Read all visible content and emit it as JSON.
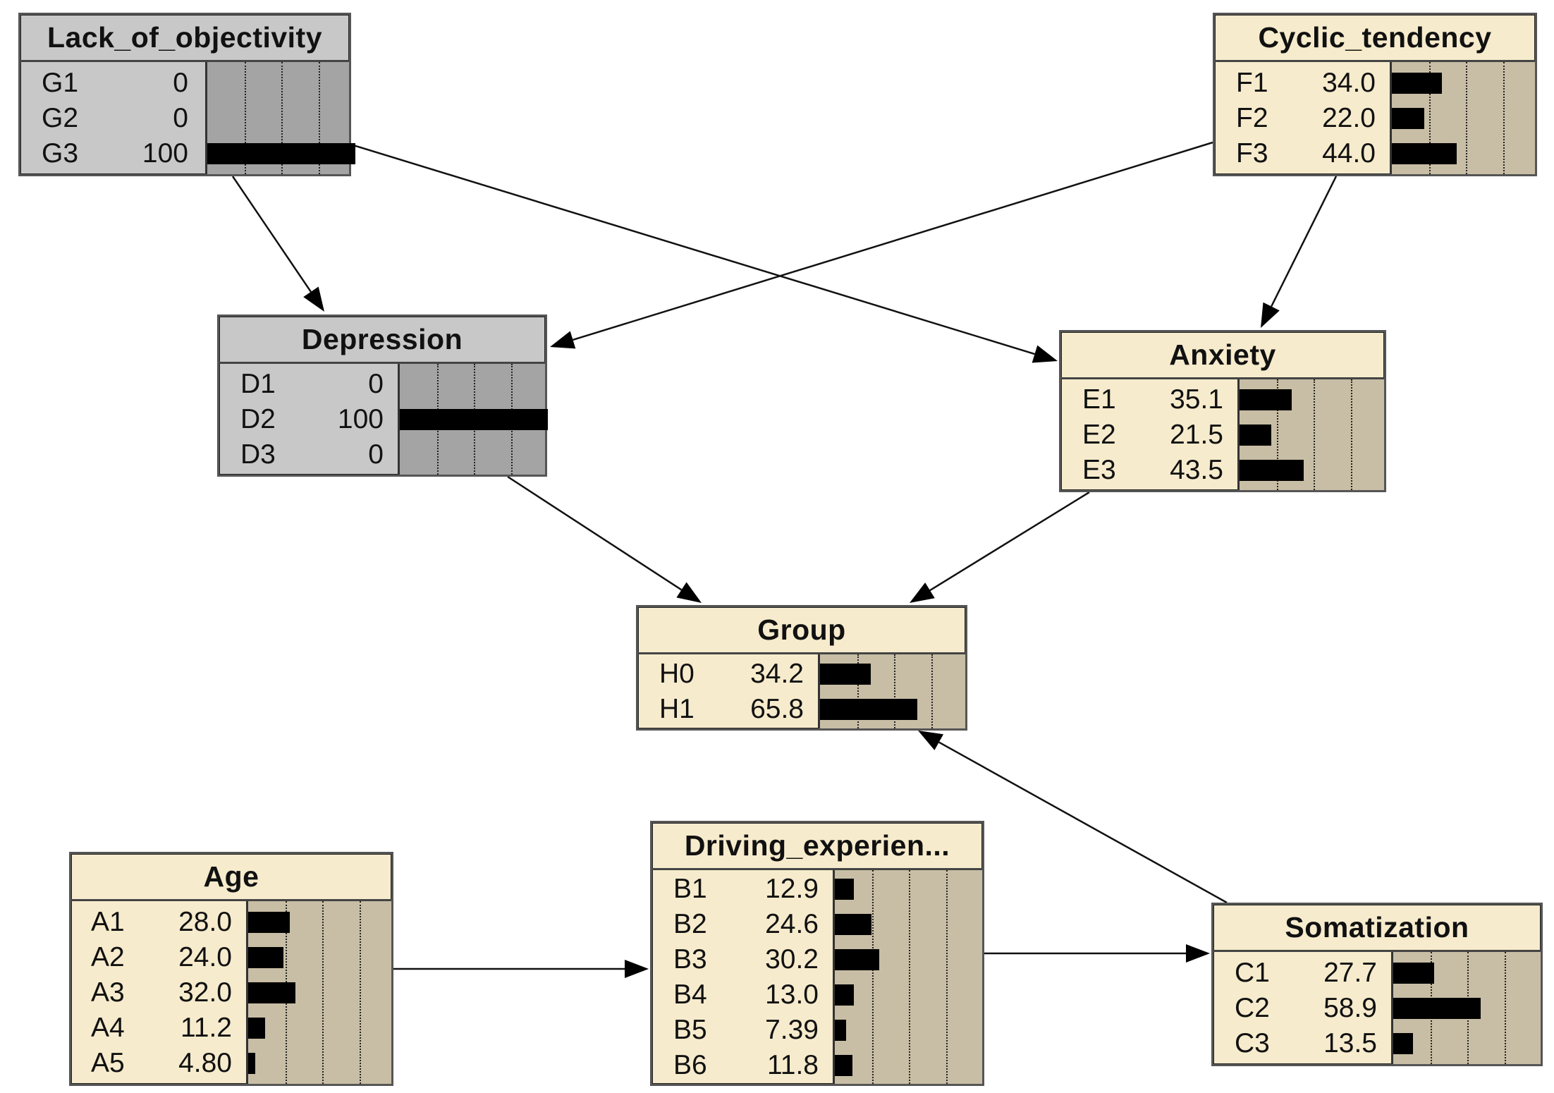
{
  "nodes": [
    {
      "id": "lack",
      "title": "Lack_of_objectivity",
      "evidence": true,
      "states": [
        {
          "name": "G1",
          "value": "0",
          "fraction": 0
        },
        {
          "name": "G2",
          "value": "0",
          "fraction": 0
        },
        {
          "name": "G3",
          "value": "100",
          "fraction": 1.0
        }
      ]
    },
    {
      "id": "cyclic",
      "title": "Cyclic_tendency",
      "evidence": false,
      "states": [
        {
          "name": "F1",
          "value": "34.0",
          "fraction": 0.34
        },
        {
          "name": "F2",
          "value": "22.0",
          "fraction": 0.22
        },
        {
          "name": "F3",
          "value": "44.0",
          "fraction": 0.44
        }
      ]
    },
    {
      "id": "depression",
      "title": "Depression",
      "evidence": true,
      "states": [
        {
          "name": "D1",
          "value": "0",
          "fraction": 0
        },
        {
          "name": "D2",
          "value": "100",
          "fraction": 1.0
        },
        {
          "name": "D3",
          "value": "0",
          "fraction": 0
        }
      ]
    },
    {
      "id": "anxiety",
      "title": "Anxiety",
      "evidence": false,
      "states": [
        {
          "name": "E1",
          "value": "35.1",
          "fraction": 0.351
        },
        {
          "name": "E2",
          "value": "21.5",
          "fraction": 0.215
        },
        {
          "name": "E3",
          "value": "43.5",
          "fraction": 0.435
        }
      ]
    },
    {
      "id": "group",
      "title": "Group",
      "evidence": false,
      "states": [
        {
          "name": "H0",
          "value": "34.2",
          "fraction": 0.342
        },
        {
          "name": "H1",
          "value": "65.8",
          "fraction": 0.658
        }
      ]
    },
    {
      "id": "age",
      "title": "Age",
      "evidence": false,
      "states": [
        {
          "name": "A1",
          "value": "28.0",
          "fraction": 0.28
        },
        {
          "name": "A2",
          "value": "24.0",
          "fraction": 0.24
        },
        {
          "name": "A3",
          "value": "32.0",
          "fraction": 0.32
        },
        {
          "name": "A4",
          "value": "11.2",
          "fraction": 0.112
        },
        {
          "name": "A5",
          "value": "4.80",
          "fraction": 0.048
        }
      ]
    },
    {
      "id": "driving",
      "title": "Driving_experien...",
      "evidence": false,
      "states": [
        {
          "name": "B1",
          "value": "12.9",
          "fraction": 0.129
        },
        {
          "name": "B2",
          "value": "24.6",
          "fraction": 0.246
        },
        {
          "name": "B3",
          "value": "30.2",
          "fraction": 0.302
        },
        {
          "name": "B4",
          "value": "13.0",
          "fraction": 0.13
        },
        {
          "name": "B5",
          "value": "7.39",
          "fraction": 0.0739
        },
        {
          "name": "B6",
          "value": "11.8",
          "fraction": 0.118
        }
      ]
    },
    {
      "id": "somatization",
      "title": "Somatization",
      "evidence": false,
      "states": [
        {
          "name": "C1",
          "value": "27.7",
          "fraction": 0.277
        },
        {
          "name": "C2",
          "value": "58.9",
          "fraction": 0.589
        },
        {
          "name": "C3",
          "value": "13.5",
          "fraction": 0.135
        }
      ]
    }
  ],
  "edges": [
    {
      "from": "lack",
      "to": "depression"
    },
    {
      "from": "lack",
      "to": "anxiety"
    },
    {
      "from": "cyclic",
      "to": "depression"
    },
    {
      "from": "cyclic",
      "to": "anxiety"
    },
    {
      "from": "depression",
      "to": "group"
    },
    {
      "from": "anxiety",
      "to": "group"
    },
    {
      "from": "somatization",
      "to": "group"
    },
    {
      "from": "age",
      "to": "driving"
    },
    {
      "from": "driving",
      "to": "somatization"
    }
  ]
}
